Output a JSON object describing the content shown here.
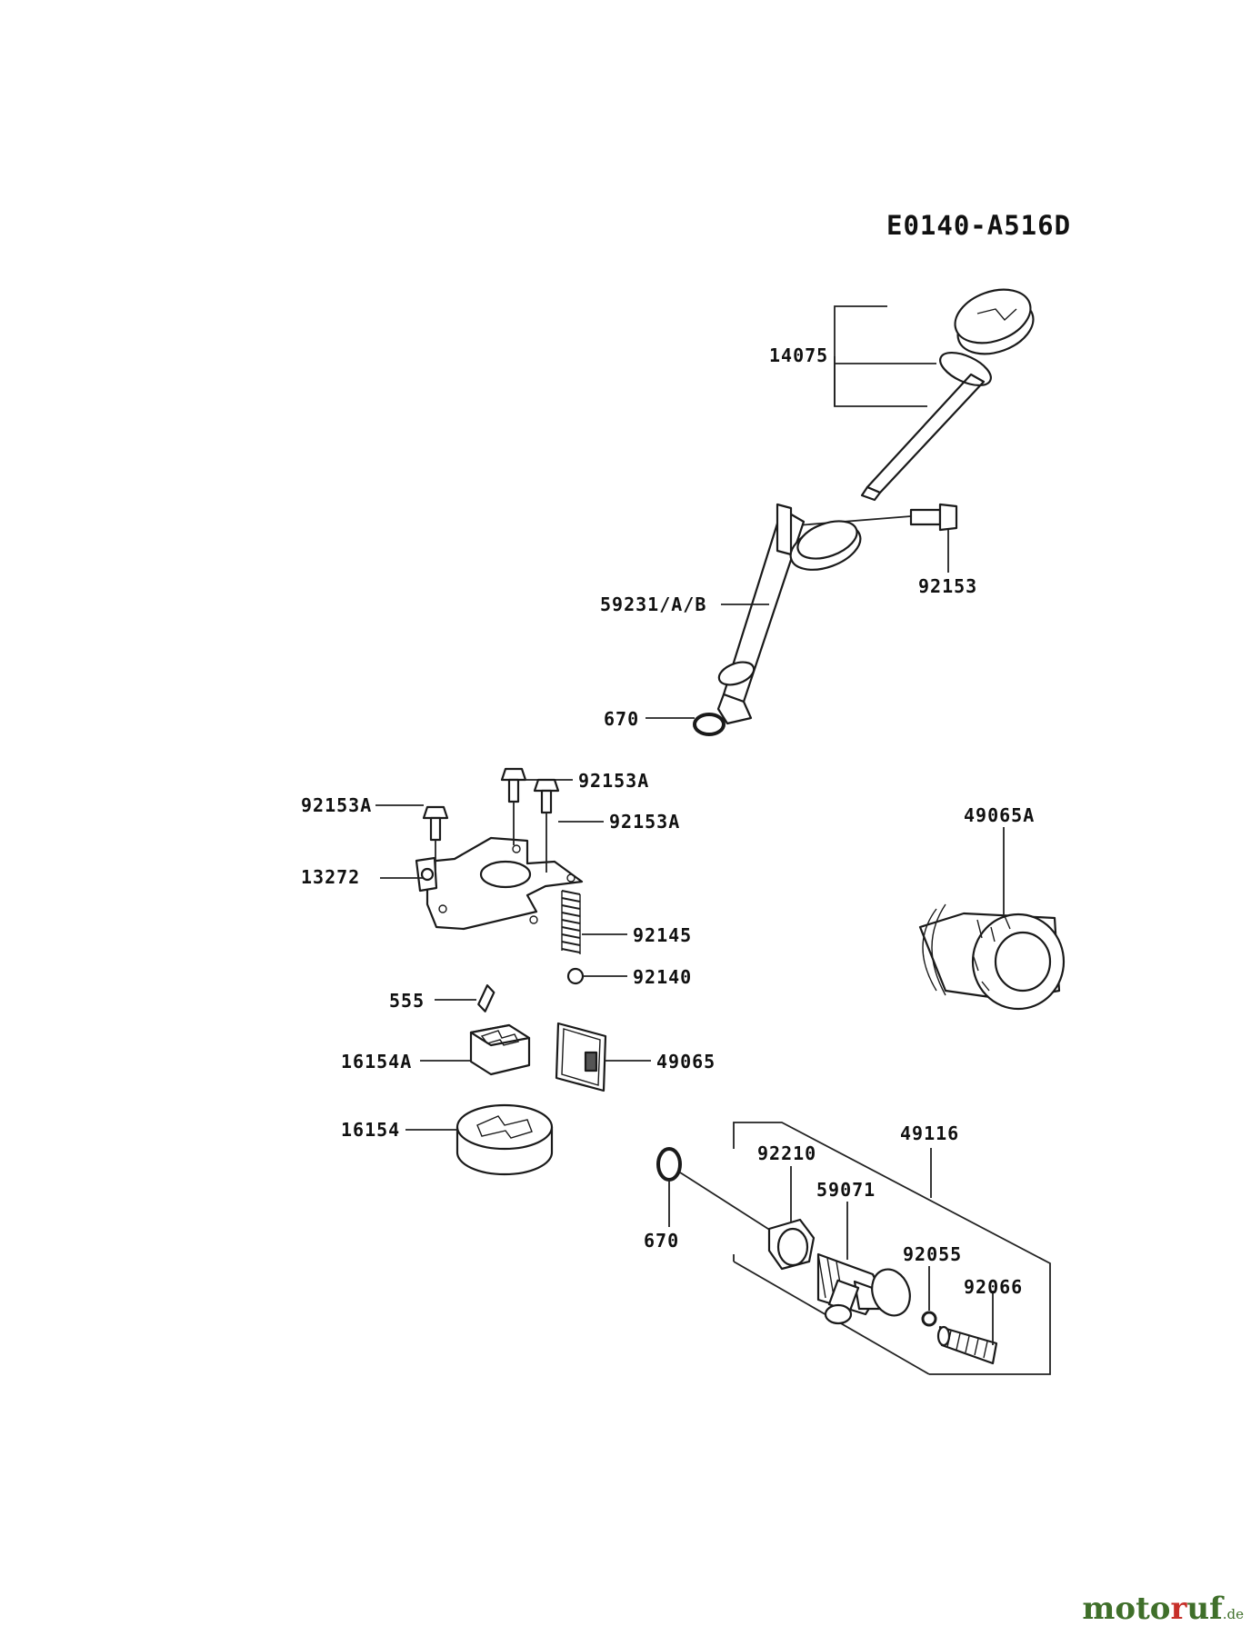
{
  "diagram": {
    "code": "E0140-A516D",
    "parts": {
      "p14075": "14075",
      "p92153": "92153",
      "p59231": "59231/A/B",
      "p670_top": "670",
      "p92153A_top": "92153A",
      "p92153A_left": "92153A",
      "p92153A_right": "92153A",
      "p49065A": "49065A",
      "p13272": "13272",
      "p92145": "92145",
      "p92140": "92140",
      "p555": "555",
      "p16154A": "16154A",
      "p49065": "49065",
      "p16154": "16154",
      "p49116": "49116",
      "p92210": "92210",
      "p59071": "59071",
      "p670_bottom": "670",
      "p92055": "92055",
      "p92066": "92066"
    }
  },
  "watermark": {
    "brand_green": "moto",
    "brand_red": "r",
    "brand_green2": "uf",
    "tld": ".de"
  }
}
